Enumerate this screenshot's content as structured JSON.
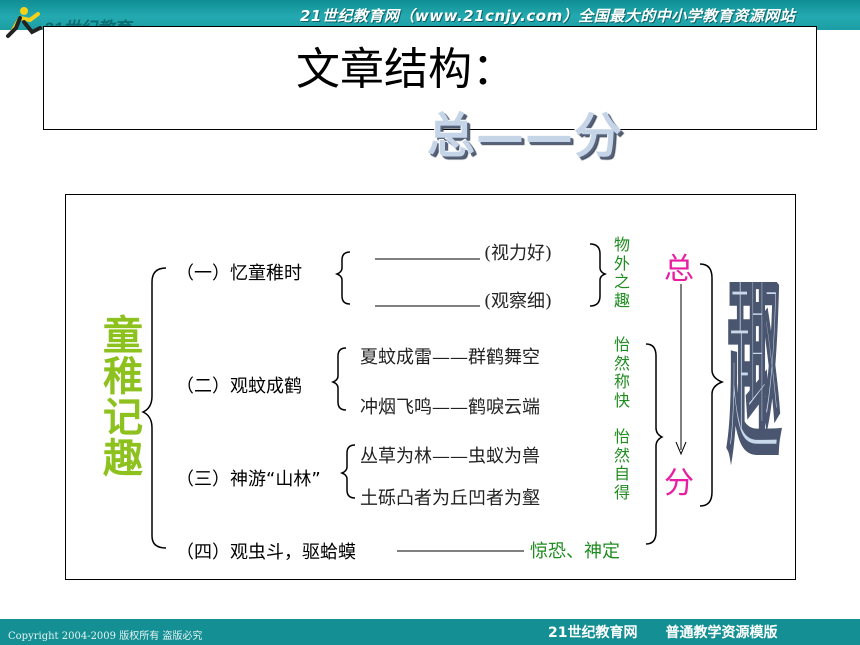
{
  "header": {
    "logo_text": "21世纪教育",
    "site_banner": "21世纪教育网（www.21cnjy.com）全国最大的中小学教育资源网站"
  },
  "slide": {
    "title": "文章结构：",
    "subtitle": "总——分"
  },
  "diagram": {
    "main_topic": "童稚记趣",
    "sections": [
      {
        "label": "（一）忆童稚时",
        "items": [
          "(视力好)",
          "(观察细)"
        ],
        "feeling": "物外之趣"
      },
      {
        "label": "（二）观蚊成鹤",
        "items": [
          "夏蚊成雷——群鹤舞空",
          "冲烟飞鸣——鹤唳云端"
        ],
        "feeling": "怡然称快"
      },
      {
        "label": "（三）神游“山林”",
        "items": [
          "丛草为林——虫蚁为兽",
          "土砾凸者为丘凹者为壑"
        ],
        "feeling": "怡然自得"
      },
      {
        "label": "（四）观虫斗，驱蛤蟆",
        "feeling": "惊恐、神定"
      }
    ],
    "general_label": "总",
    "specific_label": "分",
    "theme": "趣"
  },
  "footer": {
    "copyright": "Copyright 2004-2009 版权所有 盗版必究",
    "right_text": "21世纪教育网　　普通教学资源模版"
  },
  "colors": {
    "teal_bar": "#1b9ea4",
    "green_text": "#1f8c1f",
    "topic_green": "#8cc11e",
    "pink_text": "#e81ea2"
  }
}
